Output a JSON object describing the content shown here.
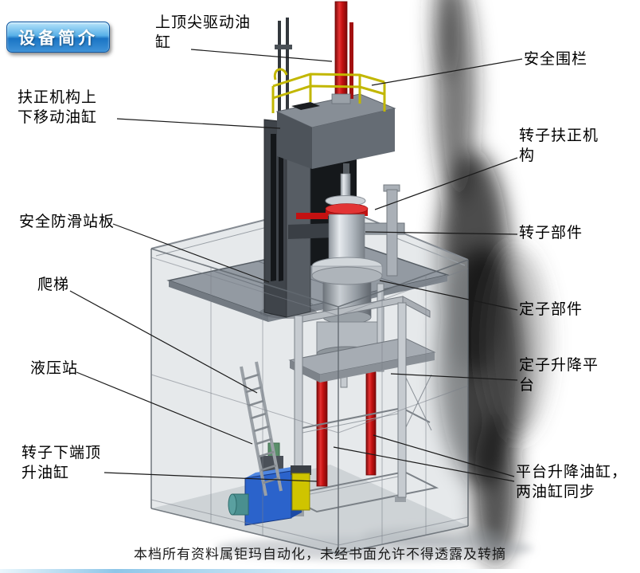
{
  "page": {
    "title_badge": "设备简介",
    "footer": "本档所有资料属钜玛自动化，未经书面允许不得透露及转摘"
  },
  "labels": {
    "top_drive_cylinder": "上顶尖驱动油\n缸",
    "safety_fence": "安全围栏",
    "centering_updown_cylinder": "扶正机构上\n下移动油缸",
    "rotor_centering_mechanism": "转子扶正机\n构",
    "antislip_board": "安全防滑站板",
    "rotor_component": "转子部件",
    "ladder": "爬梯",
    "stator_component": "定子部件",
    "hydraulic_station": "液压站",
    "stator_lift_platform": "定子升降平\n台",
    "rotor_bottom_jack_cylinder": "转子下端顶\n升油缸",
    "platform_lift_cylinders": "平台升降油缸，\n两油缸同步"
  },
  "colors": {
    "badge_top": "#b8e4fa",
    "badge_bottom": "#1a74c4",
    "cylinder_red": "#c31111",
    "railing_yellow": "#c2b700",
    "hydraulic_blue": "#2b63cb",
    "leader_line": "#1a1a1a",
    "frame_gray": "#8a9097"
  }
}
